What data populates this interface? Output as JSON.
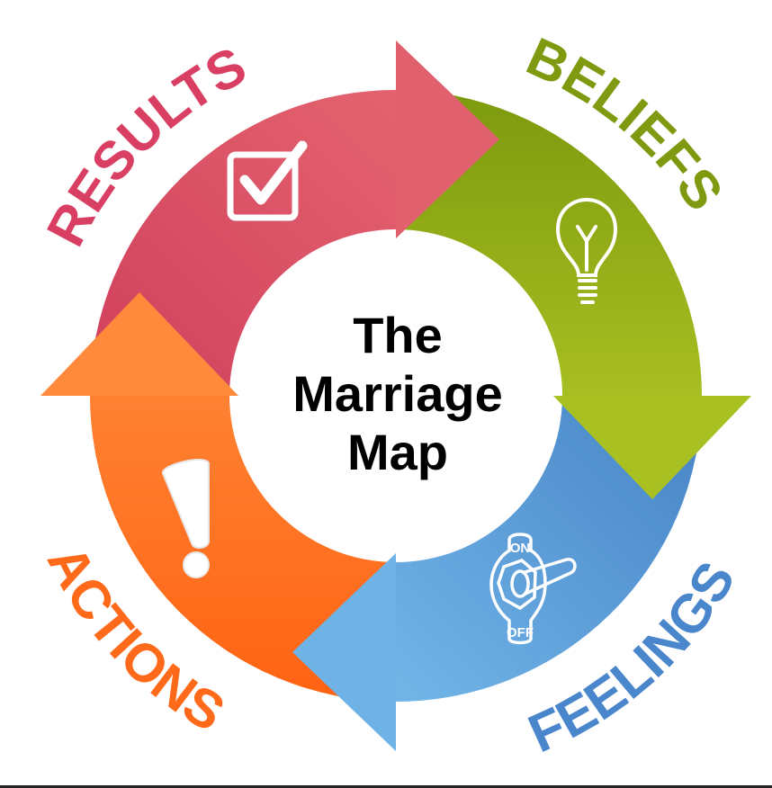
{
  "title": {
    "line1": "The",
    "line2": "Marriage",
    "line3": "Map"
  },
  "stages": [
    {
      "id": "results",
      "label": "RESULTS",
      "icon": "checkbox-icon",
      "color": "#d94a63",
      "color2": "#e26270"
    },
    {
      "id": "beliefs",
      "label": "BELIEFS",
      "icon": "lightbulb-icon",
      "color": "#7f9a10",
      "color2": "#a4bb24"
    },
    {
      "id": "feelings",
      "label": "FEELINGS",
      "icon": "toggle-switch-icon",
      "color": "#4a86c8",
      "color2": "#6cb0e4"
    },
    {
      "id": "actions",
      "label": "ACTIONS",
      "icon": "exclamation-icon",
      "color": "#ff6a1a",
      "color2": "#ff8a3a"
    }
  ],
  "toggle": {
    "on": "ON",
    "off": "OFF"
  }
}
